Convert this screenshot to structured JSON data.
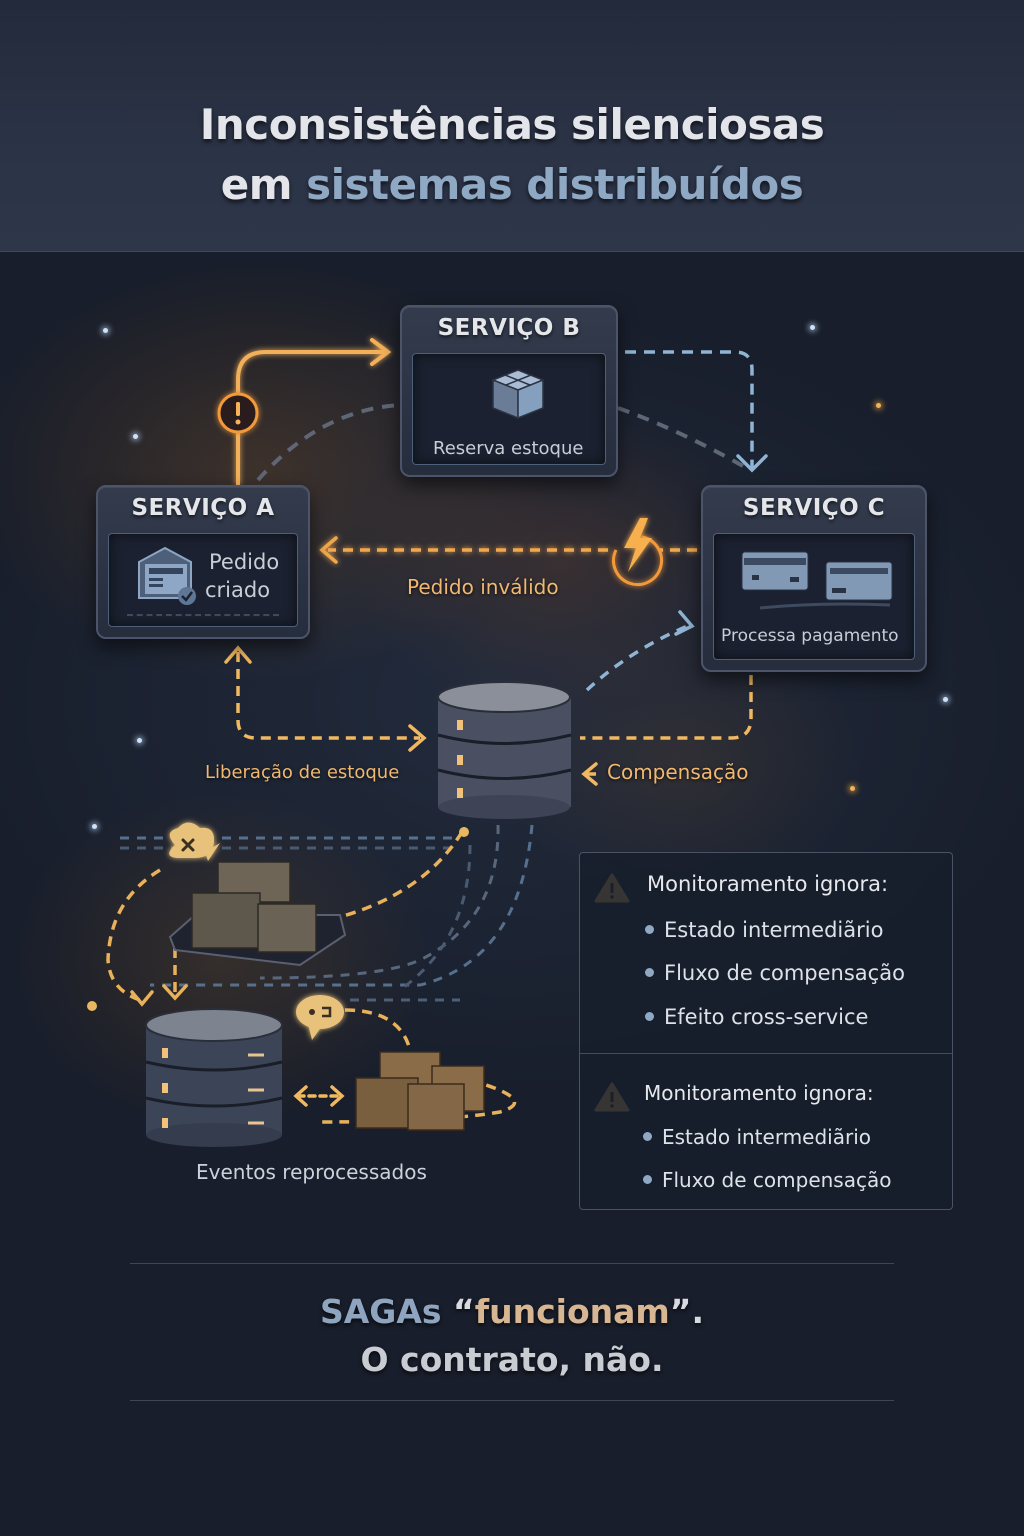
{
  "title": {
    "line1": "Inconsistências silenciosas",
    "line2_prefix": "em",
    "line2_accent": "sistemas distribuídos"
  },
  "services": {
    "a": {
      "title": "SERVIÇO A",
      "label_line1": "Pedido",
      "label_line2": "criado",
      "icon": "order-document-check-icon"
    },
    "b": {
      "title": "SERVIÇO B",
      "label": "Reserva estoque",
      "icon": "box-icon"
    },
    "c": {
      "title": "SERVIÇO C",
      "label": "Processa pagamento",
      "icon": "credit-cards-icon"
    }
  },
  "flows": {
    "invalid_order": "Pedido inválido",
    "stock_release": "Liberação de estoque",
    "compensation": "Compensação",
    "reprocessed_events": "Eventos reprocessados"
  },
  "monitoring_panel": {
    "sections": [
      {
        "heading": "Monitoramento ignora:",
        "items": [
          "Estado intermediãrio",
          "Fluxo de compensação",
          "Efeito cross-service"
        ]
      },
      {
        "heading": "Monitoramento ignora:",
        "items": [
          "Estado intermediãrio",
          "Fluxo de compensação"
        ]
      }
    ]
  },
  "tagline": {
    "saga": "SAGAs",
    "open_quote": "“",
    "func": "funcionam",
    "close_quote": "”.",
    "line2": "O contrato, não."
  },
  "colors": {
    "accent_blue": "#8fa8c4",
    "warn_orange": "#f0a850",
    "flow_blue": "#8fb4d4",
    "background": "#1a2131"
  }
}
